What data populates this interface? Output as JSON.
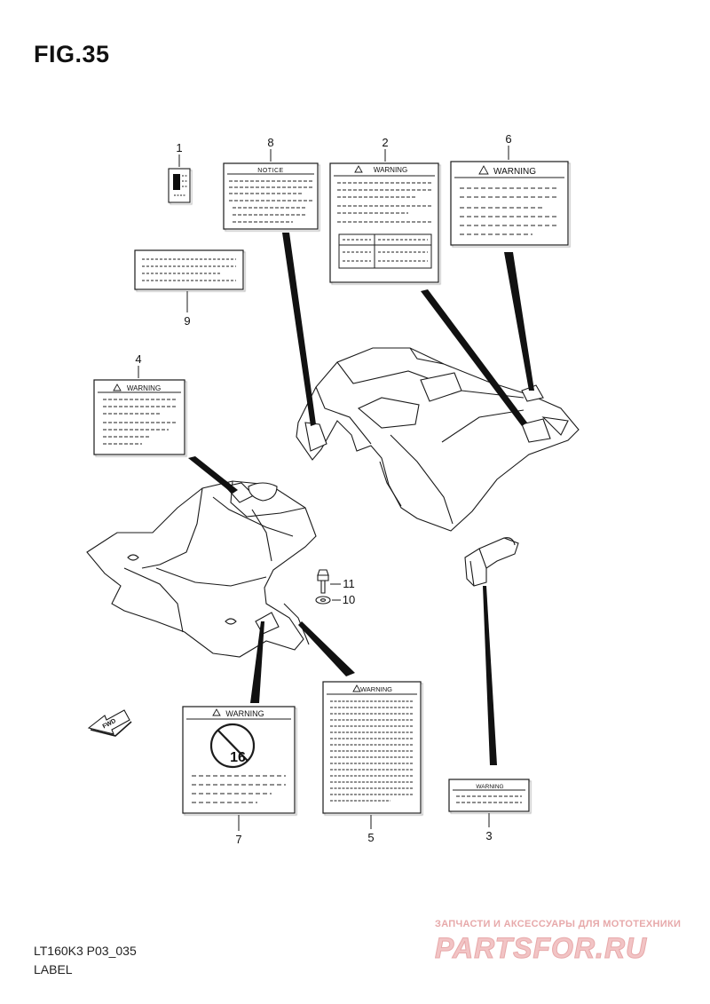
{
  "figure": {
    "title": "FIG.35",
    "model_code": "LT160K3 P03_035",
    "section_name": "LABEL"
  },
  "labels": {
    "notice": "NOTICE",
    "warning": "WARNING",
    "fwd": "FWD",
    "age_number": "16"
  },
  "callouts": [
    "1",
    "2",
    "3",
    "4",
    "5",
    "6",
    "7",
    "8",
    "9",
    "10",
    "11"
  ],
  "watermark": {
    "tagline": "ЗАПЧАСТИ И АКСЕССУАРЫ ДЛЯ МОТОТЕХНИКИ",
    "brand": "PARTSFOR.RU",
    "color": "#e7a9aa"
  },
  "colors": {
    "line": "#1a1a1a",
    "fill": "#ffffff",
    "shadow": "#dddddd"
  }
}
